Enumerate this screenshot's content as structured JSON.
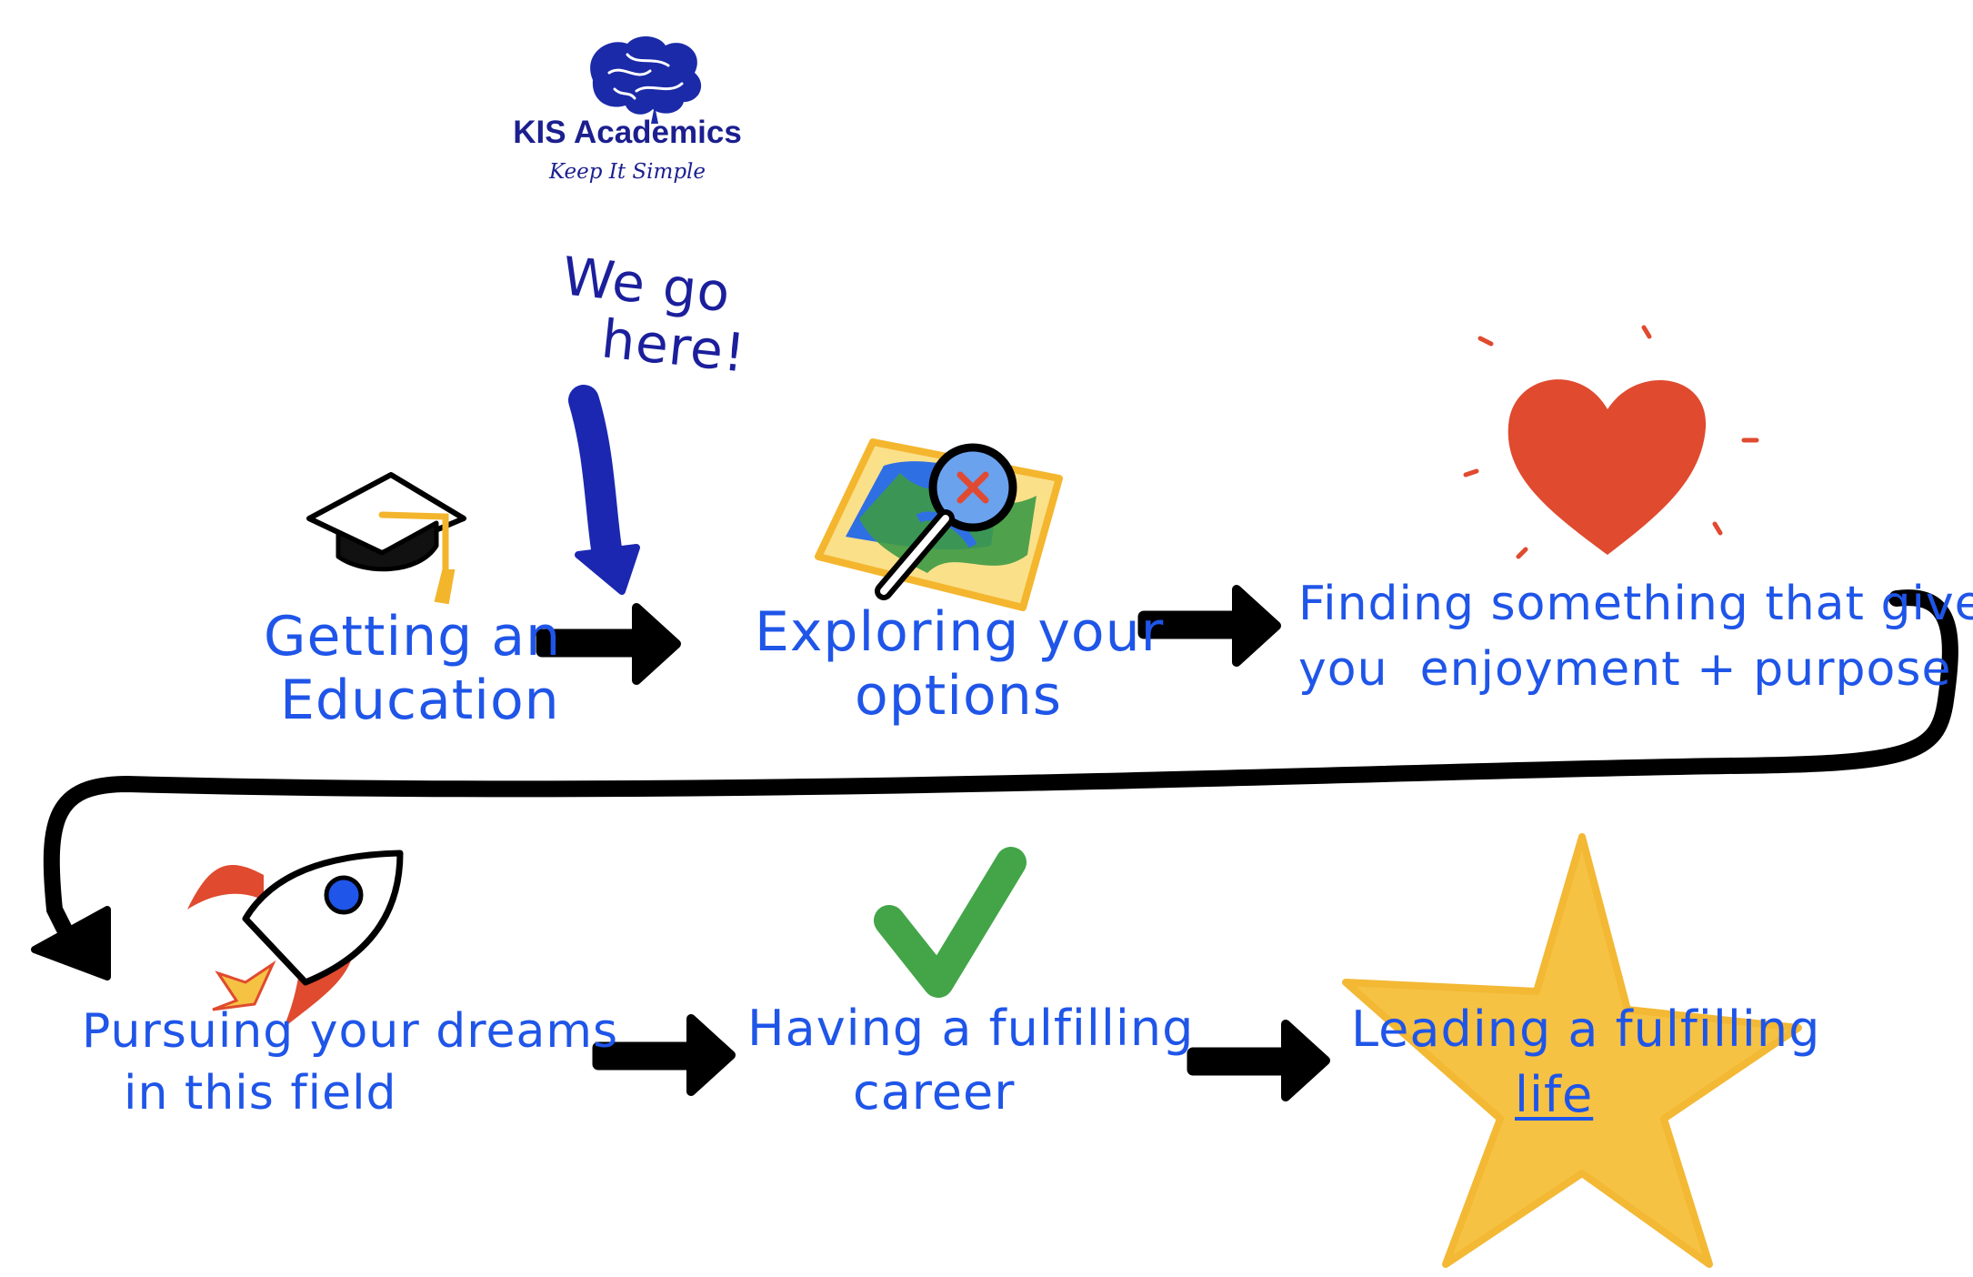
{
  "brand": {
    "name": "KIS Academics",
    "tagline": "Keep It Simple",
    "icon": "brain-icon"
  },
  "callout": {
    "line1": "We go",
    "line2": "here!"
  },
  "steps": [
    {
      "line1": "Getting an",
      "line2": "Education",
      "icon": "graduation-cap-icon"
    },
    {
      "line1": "Exploring your",
      "line2": "options",
      "icon": "magnifier-map-icon"
    },
    {
      "line1": "Finding something that gives",
      "line2": "you  enjoyment + purpose",
      "icon": "heart-icon"
    },
    {
      "line1": "Pursuing your dreams",
      "line2": "in this field",
      "icon": "rocket-icon"
    },
    {
      "line1": "Having a fulfilling",
      "line2": "career",
      "icon": "checkmark-icon"
    },
    {
      "line1": "Leading a fulfilling",
      "line2": "life",
      "icon": "star-icon"
    }
  ],
  "colors": {
    "text_blue": "#1f55e8",
    "brand_navy": "#1b1f8f",
    "arrow_black": "#000000",
    "heart_red": "#e04a2f",
    "star_yellow": "#f6c243",
    "check_green": "#43a548",
    "map_blue": "#2f6fe4",
    "map_green": "#3d9a45"
  }
}
